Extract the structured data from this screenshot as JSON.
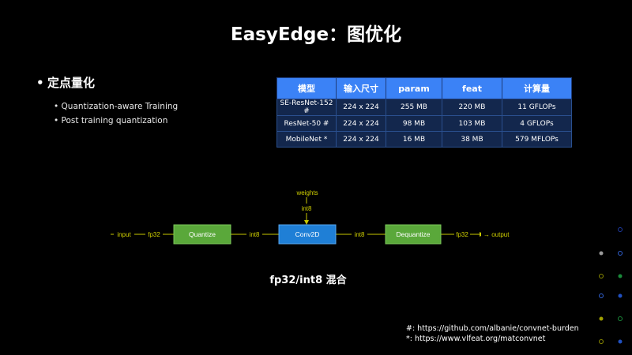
{
  "title": "EasyEdge：图优化",
  "bullet": {
    "heading": "定点量化",
    "subitems": [
      "Quantization-aware Training",
      "Post training quantization"
    ]
  },
  "table": {
    "headers": [
      "模型",
      "输入尺寸",
      "param",
      "feat",
      "计算量"
    ],
    "rows": [
      [
        "SE-ResNet-152 #",
        "224 x 224",
        "255 MB",
        "220 MB",
        "11 GFLOPs"
      ],
      [
        "ResNet-50 #",
        "224 x 224",
        "98 MB",
        "103 MB",
        "4 GFLOPs"
      ],
      [
        "MobileNet *",
        "224 x 224",
        "16  MB",
        "38 MB",
        "579 MFLOPs"
      ]
    ]
  },
  "diagram": {
    "input_label": "input",
    "fp32_in": "fp32",
    "quantize": "Quantize",
    "int8_a": "int8",
    "conv": "Conv2D",
    "int8_b": "int8",
    "dequantize": "Dequantize",
    "fp32_out": "fp32",
    "output_label": "output",
    "weights": "weights",
    "int8_w": "int8"
  },
  "caption": "fp32/int8 混合",
  "refs": [
    "#: https://github.com/albanie/convnet-burden",
    "*: https://www.vlfeat.org/matconvnet"
  ],
  "colors": {
    "table_header": "#3b82f6",
    "table_body": "#13274d",
    "green_box": "#5aa83a",
    "blue_box": "#1f7fd6",
    "arrow": "#c8c800"
  }
}
